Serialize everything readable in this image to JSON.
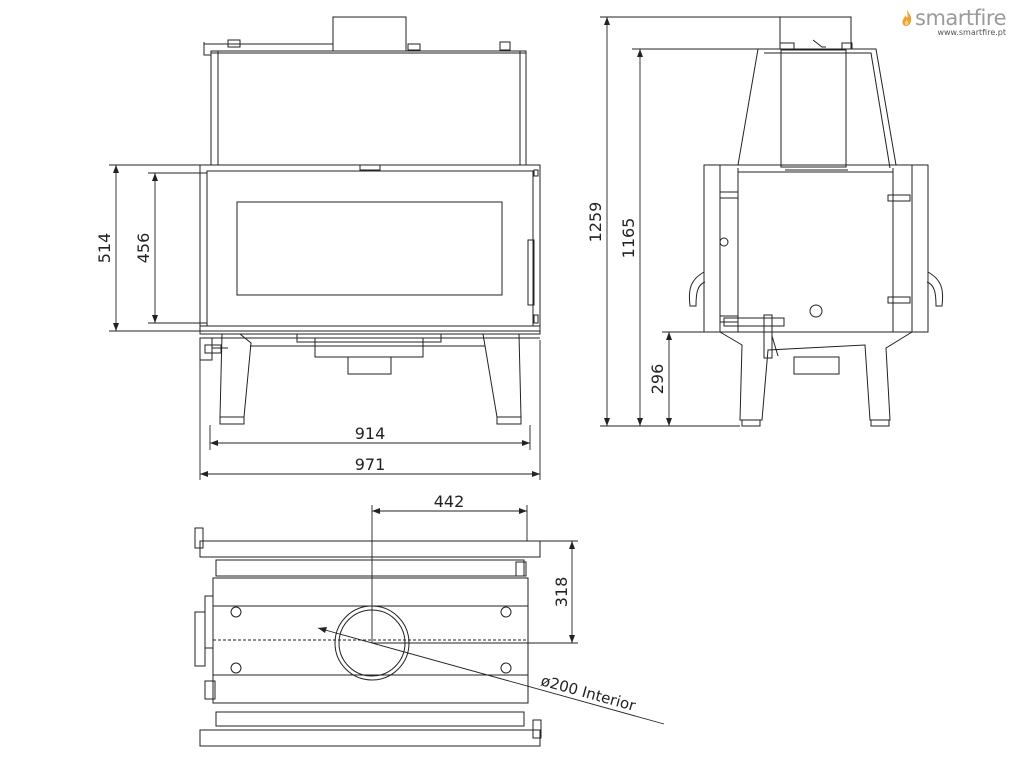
{
  "brand": {
    "name": "smartfire",
    "url": "www.smartfire.pt",
    "accent_color": "#f0a030",
    "icon": "flame-icon"
  },
  "front_view": {
    "dim_outer_height": "514",
    "dim_glass_height": "456",
    "dim_inner_width": "914",
    "dim_outer_width": "971"
  },
  "side_view": {
    "dim_total_height": "1259",
    "dim_body_height": "1165",
    "dim_leg_height": "296"
  },
  "top_view": {
    "dim_flue_offset": "442",
    "dim_flue_depth": "318",
    "flue_label": "ø200 Interior"
  },
  "colors": {
    "line": "#222222",
    "background": "#ffffff"
  }
}
